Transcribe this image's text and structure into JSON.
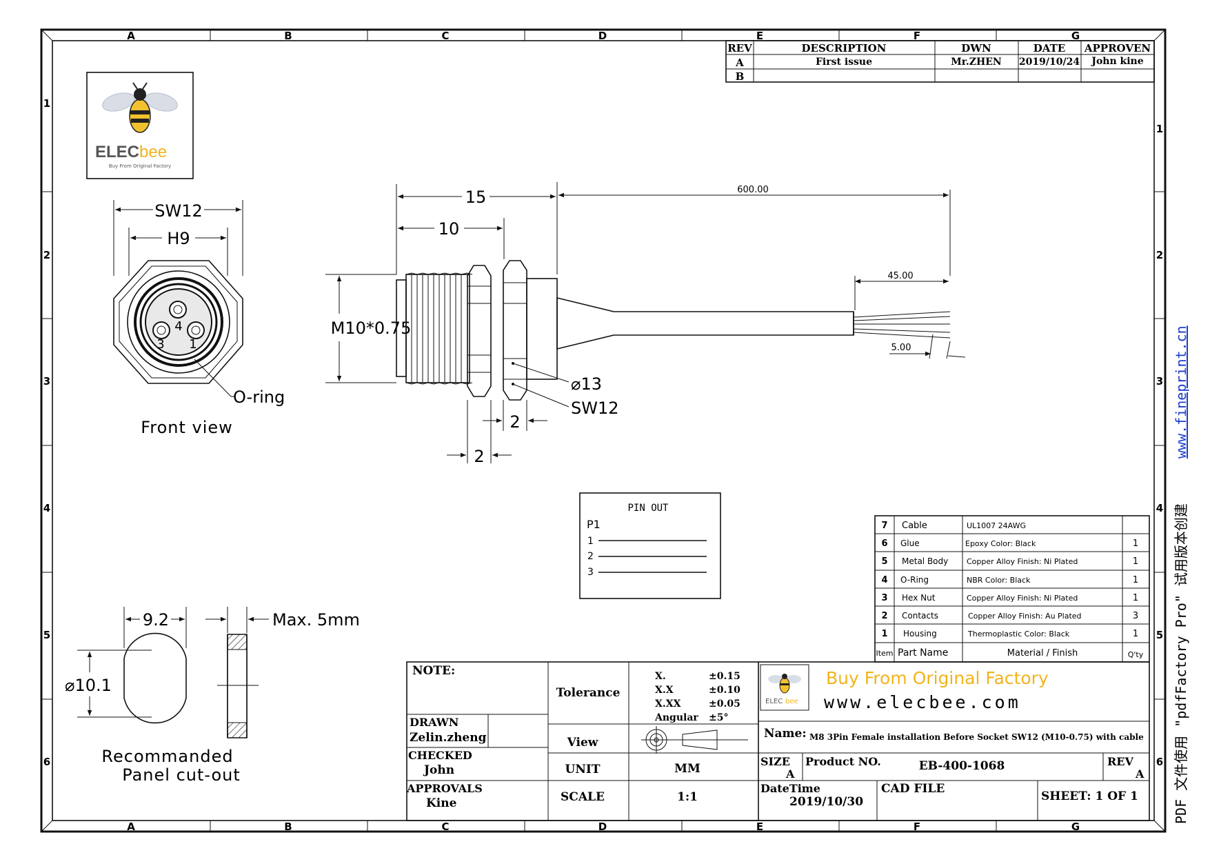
{
  "grid": {
    "cols": [
      "A",
      "B",
      "C",
      "D",
      "E",
      "F",
      "G"
    ],
    "rows": [
      "1",
      "2",
      "3",
      "4",
      "5",
      "6"
    ]
  },
  "revision": {
    "headers": {
      "rev": "REV",
      "desc": "DESCRIPTION",
      "dwn": "DWN",
      "date": "DATE",
      "appr": "APPROVEN"
    },
    "rows": [
      {
        "rev": "A",
        "desc": "First issue",
        "dwn": "Mr.ZHEN",
        "date": "2019/10/24",
        "appr": "John kine"
      },
      {
        "rev": "B",
        "desc": "",
        "dwn": "",
        "date": "",
        "appr": ""
      }
    ]
  },
  "logo": {
    "brand_a": "ELEC",
    "brand_b": "bee",
    "tagline": "Buy From Original Factory"
  },
  "front": {
    "sw": "SW12",
    "hex": "H9",
    "pin_1": "1",
    "pin_3": "3",
    "pin_4": "4",
    "oring": "O-ring",
    "caption": "Front view"
  },
  "side": {
    "d15": "15",
    "d10": "10",
    "d600": "600.00",
    "d45": "45.00",
    "d5": "5.00",
    "thread": "M10*0.75",
    "dia": "⌀13",
    "sw": "SW12",
    "g2a": "2",
    "g2b": "2"
  },
  "cutout": {
    "w": "9.2",
    "dia": "⌀10.1",
    "max": "Max. 5mm",
    "caption1": "Recommanded",
    "caption2": "Panel cut-out"
  },
  "pinout": {
    "title": "PIN OUT",
    "label": "P1",
    "pins": [
      "1",
      "2",
      "3"
    ]
  },
  "bom": {
    "rows": [
      {
        "item": "7",
        "part": "Cable",
        "mat": "UL1007 24AWG",
        "qty": ""
      },
      {
        "item": "6",
        "part": "Glue",
        "mat": "Epoxy Color: Black",
        "qty": "1"
      },
      {
        "item": "5",
        "part": "Metal Body",
        "mat": "Copper Alloy Finish: Ni Plated",
        "qty": "1"
      },
      {
        "item": "4",
        "part": "O-Ring",
        "mat": "NBR Color: Black",
        "qty": "1"
      },
      {
        "item": "3",
        "part": "Hex Nut",
        "mat": "Copper Alloy Finish: Ni Plated",
        "qty": "1"
      },
      {
        "item": "2",
        "part": "Contacts",
        "mat": "Copper Alloy Finish: Au Plated",
        "qty": "3"
      },
      {
        "item": "1",
        "part": "Housing",
        "mat": "Thermoplastic Color: Black",
        "qty": "1"
      }
    ],
    "headers": {
      "item": "Item",
      "part": "Part Name",
      "mat": "Material / Finish",
      "qty": "Q'ty"
    }
  },
  "title_block": {
    "note": "NOTE:",
    "drawn_label": "DRAWN",
    "drawn": "Zelin.zheng",
    "checked_label": "CHECKED",
    "checked": "John",
    "approvals_label": "APPROVALS",
    "approvals": "Kine",
    "tolerance": "Tolerance",
    "tol": [
      {
        "k": "X.",
        "v": "±0.15"
      },
      {
        "k": "X.X",
        "v": "±0.10"
      },
      {
        "k": "X.XX",
        "v": "±0.05"
      },
      {
        "k": "Angular",
        "v": "±5°"
      }
    ],
    "view": "View",
    "unit_label": "UNIT",
    "unit": "MM",
    "scale_label": "SCALE",
    "scale": "1:1",
    "buy": "Buy From Original Factory",
    "url": "www.elecbee.com",
    "name_label": "Name:",
    "name": "M8 3Pin Female installation Before Socket SW12 (M10-0.75) with cable",
    "size_label": "SIZE",
    "size": "A",
    "product_label": "Product NO.",
    "product": "EB-400-1068",
    "rev_label": "REV",
    "rev": "A",
    "datetime_label": "DateTime",
    "datetime": "2019/10/30",
    "cad": "CAD FILE",
    "sheet": "SHEET: 1 OF 1"
  },
  "watermark": {
    "text": "PDF 文件使用 \"pdfFactory Pro\" 试用版本创建",
    "link": "www.fineprint.cn"
  }
}
